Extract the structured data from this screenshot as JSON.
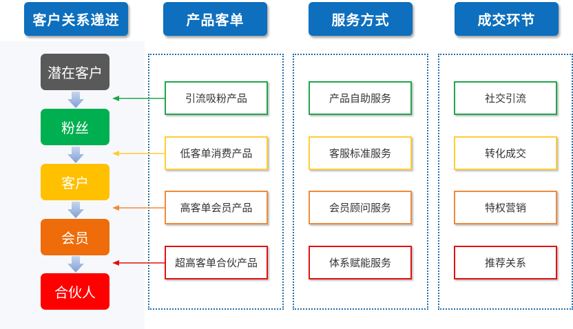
{
  "headers": [
    "客户关系递进",
    "产品客单",
    "服务方式",
    "成交环节"
  ],
  "stages": [
    "潜在客户",
    "粉丝",
    "客户",
    "会员",
    "合伙人"
  ],
  "stage_colors": [
    "#595959",
    "#00b050",
    "#ffc000",
    "#ee6c0a",
    "#ff0000"
  ],
  "arrow_colors": [
    "#1fa64a",
    "#ffcc33",
    "#ee8a3a",
    "#e01010"
  ],
  "products": [
    "引流吸粉产品",
    "低客单消费产品",
    "高客单会员产品",
    "超高客单合伙产品"
  ],
  "services": [
    "产品自助服务",
    "客服标准服务",
    "会员顾问服务",
    "体系赋能服务"
  ],
  "deals": [
    "社交引流",
    "转化成交",
    "特权营销",
    "推荐关系"
  ]
}
